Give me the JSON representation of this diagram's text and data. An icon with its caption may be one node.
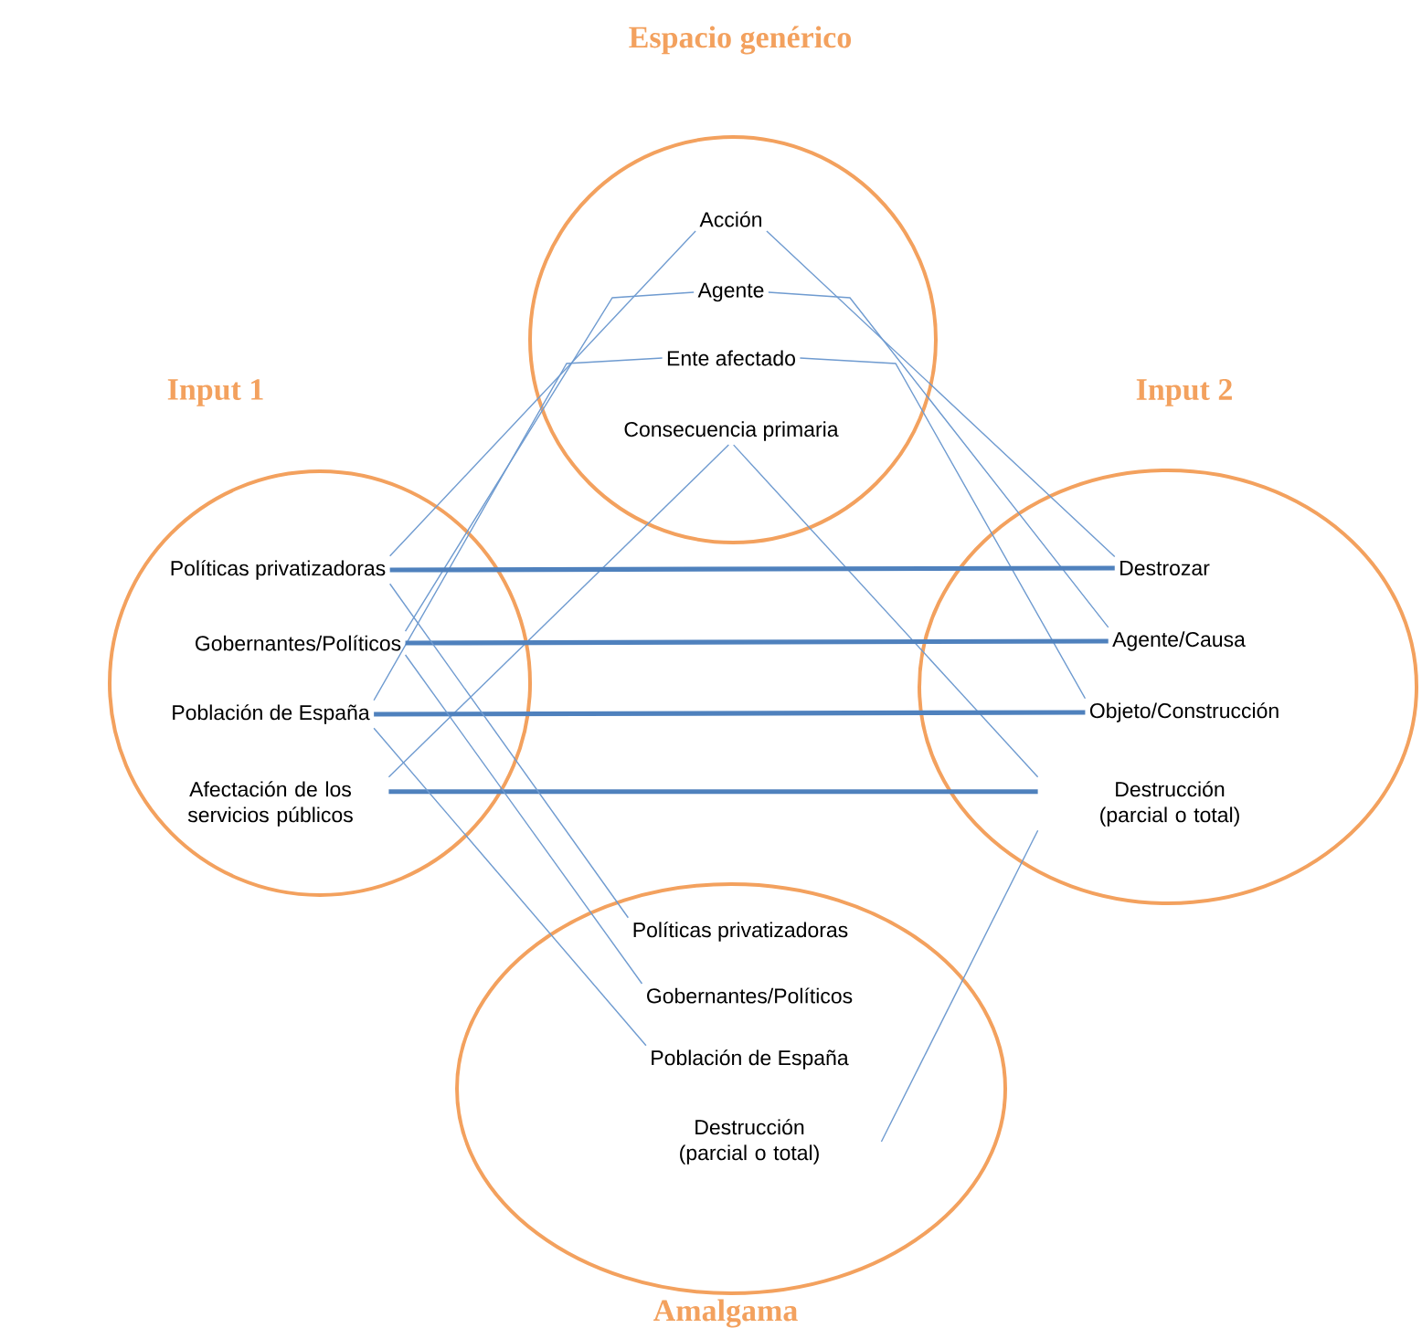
{
  "diagram": {
    "nodes": [
      {
        "text": [
          "Espacio genérico"
        ]
      },
      {
        "text": [
          "Acción"
        ],
        "in": 0
      },
      {
        "text": [
          "Agente"
        ],
        "in": 0
      },
      {
        "text": [
          "Ente afectado"
        ],
        "in": 0
      },
      {
        "text": [
          "Consecuencia primaria"
        ],
        "in": 0
      },
      {
        "text": [
          "Input 1"
        ]
      },
      {
        "text": [
          "Políticas privatizadoras"
        ],
        "in": 5
      },
      {
        "text": [
          "Gobernantes/Políticos"
        ],
        "in": 5
      },
      {
        "text": [
          "Población de España"
        ],
        "in": 5
      },
      {
        "text": [
          "Afectación de los servicios públicos"
        ],
        "in": 5
      },
      {
        "text": [
          "Input 2"
        ]
      },
      {
        "text": [
          "Destrozar"
        ],
        "in": 10
      },
      {
        "text": [
          "Agente/Causa"
        ],
        "in": 10
      },
      {
        "text": [
          "Objeto/Construcción"
        ],
        "in": 10
      },
      {
        "text": [
          "Destrucción (parcial o total)"
        ],
        "in": 10
      },
      {
        "text": [
          "Amalgama"
        ]
      },
      {
        "text": [
          "Políticas privatizadoras"
        ],
        "in": 15
      },
      {
        "text": [
          "Gobernantes/Políticos"
        ],
        "in": 15
      },
      {
        "text": [
          "Población de España"
        ],
        "in": 15
      },
      {
        "text": [
          "Destrucción (parcial o total)"
        ],
        "in": 15
      }
    ],
    "edges": [
      {
        "from": 1,
        "to": 6,
        "arrow": "none"
      },
      {
        "from": 1,
        "to": 11,
        "arrow": "none"
      },
      {
        "from": 2,
        "to": 7,
        "arrow": "none"
      },
      {
        "from": 2,
        "to": 12,
        "arrow": "none"
      },
      {
        "from": 3,
        "to": 8,
        "arrow": "none"
      },
      {
        "from": 3,
        "to": 13,
        "arrow": "none"
      },
      {
        "from": 4,
        "to": 9,
        "arrow": "none"
      },
      {
        "from": 4,
        "to": 14,
        "arrow": "none"
      },
      {
        "from": 6,
        "to": 11,
        "arrow": "none",
        "style": "thick"
      },
      {
        "from": 7,
        "to": 12,
        "arrow": "none",
        "style": "thick"
      },
      {
        "from": 8,
        "to": 13,
        "arrow": "none",
        "style": "thick"
      },
      {
        "from": 9,
        "to": 14,
        "arrow": "none",
        "style": "thick"
      },
      {
        "from": 6,
        "to": 16,
        "arrow": "none"
      },
      {
        "from": 7,
        "to": 17,
        "arrow": "none"
      },
      {
        "from": 8,
        "to": 18,
        "arrow": "none"
      },
      {
        "from": 14,
        "to": 19,
        "arrow": "none"
      }
    ]
  }
}
